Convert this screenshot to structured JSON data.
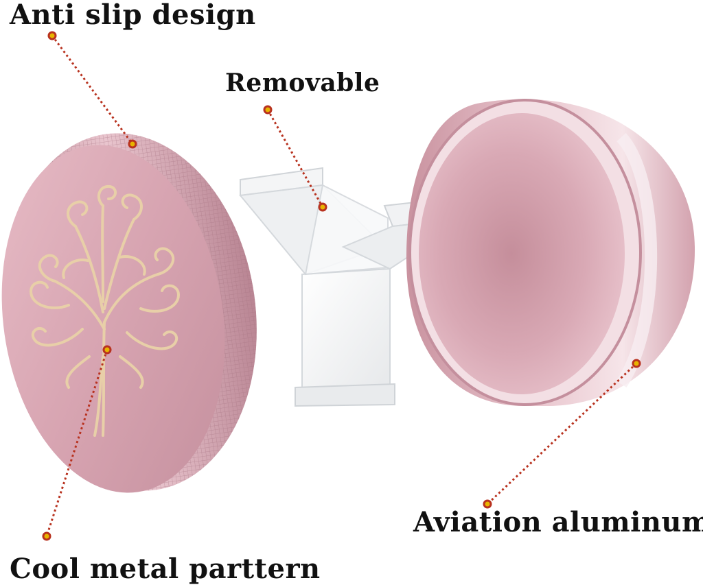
{
  "labels": {
    "anti_slip": "Anti slip design",
    "removable": "Removable",
    "cool_metal": "Cool metal parttern",
    "aviation": "Aviation aluminum"
  },
  "colors": {
    "metal_rose": "#d9a9b5",
    "metal_rose_dark": "#b98593",
    "metal_highlight": "#f3e1e6",
    "engraving_gold": "#e8cfa8",
    "callout_line": "#b8321f",
    "callout_dot": "#e8b400",
    "label_text": "#111111"
  },
  "objects": {
    "lid": "knurled-lid-with-tree-of-life-engraving",
    "holder": "clear-acrylic-y-stand",
    "base": "open-round-aluminum-container"
  }
}
